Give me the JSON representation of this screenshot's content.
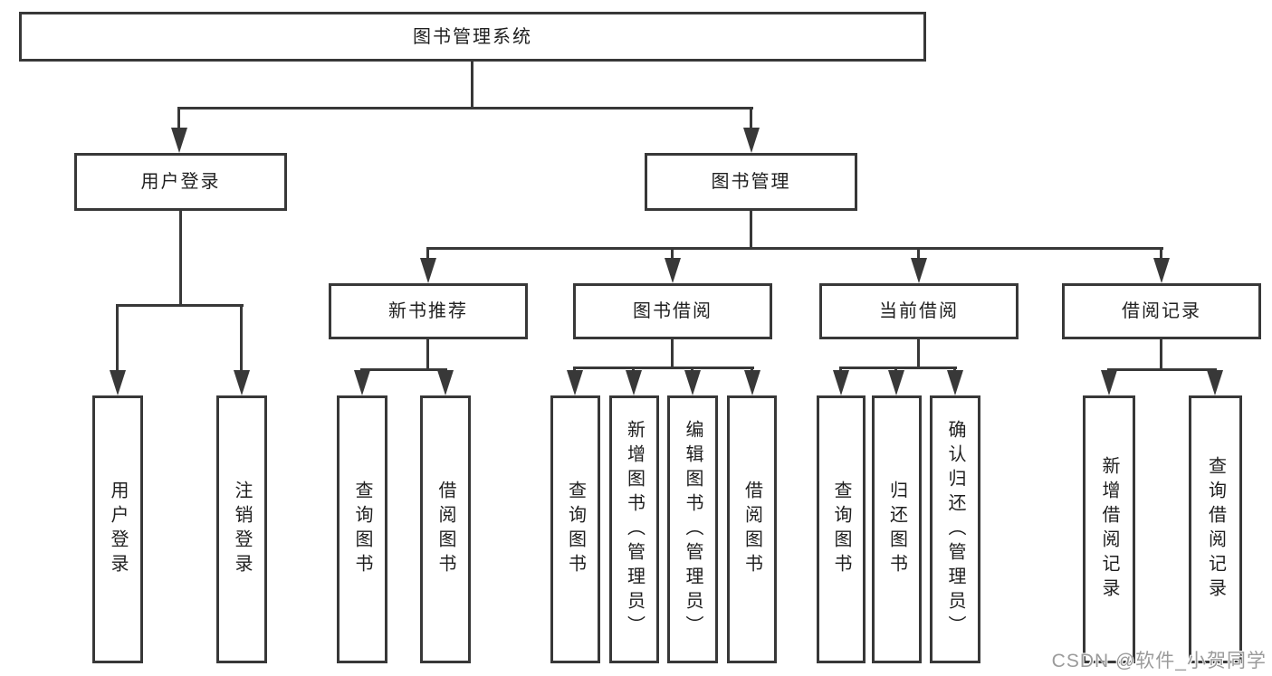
{
  "diagram": {
    "root": {
      "label": "图书管理系统"
    },
    "level2": {
      "user_login": {
        "label": "用户登录"
      },
      "book_management": {
        "label": "图书管理"
      }
    },
    "level3": {
      "new_book_recommend": {
        "label": "新书推荐"
      },
      "book_borrowing": {
        "label": "图书借阅"
      },
      "current_borrowing": {
        "label": "当前借阅"
      },
      "borrowing_records": {
        "label": "借阅记录"
      }
    },
    "leaves": {
      "user_login_children": [
        "用户登录",
        "注销登录"
      ],
      "new_book_recommend_children": [
        "查询图书",
        "借阅图书"
      ],
      "book_borrowing_children": [
        "查询图书",
        "新增图书（管理员）",
        "编辑图书（管理员）",
        "借阅图书"
      ],
      "current_borrowing_children": [
        "查询图书",
        "归还图书",
        "确认归还（管理员）"
      ],
      "borrowing_records_children": [
        "新增借阅记录",
        "查询借阅记录"
      ]
    },
    "style": {
      "line_color": "#383838",
      "text_color": "#1f1f1f",
      "background": "#ffffff"
    }
  },
  "watermark": {
    "text": "CSDN @软件_小贺同学",
    "color": "#9b9b9b"
  }
}
